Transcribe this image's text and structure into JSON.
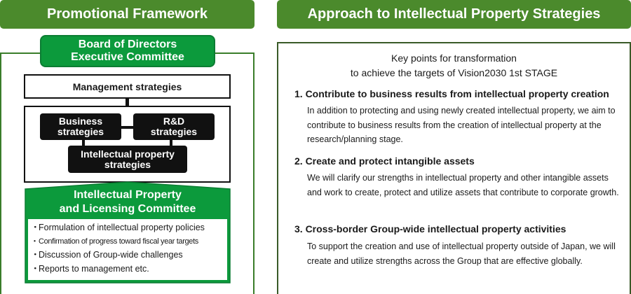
{
  "left": {
    "header": "Promotional Framework",
    "board_line1": "Board of Directors",
    "board_line2": "Executive Committee",
    "management": "Management strategies",
    "business_line1": "Business",
    "business_line2": "strategies",
    "rnd_line1": "R&D",
    "rnd_line2": "strategies",
    "ip_line1": "Intellectual property",
    "ip_line2": "strategies",
    "committee_line1": "Intellectual Property",
    "committee_line2": "and Licensing Committee",
    "duties": [
      "Formulation of intellectual property policies",
      "Confirmation of progress toward fiscal year targets",
      "Discussion of Group-wide challenges",
      "Reports to management etc."
    ],
    "bullet": "・"
  },
  "right": {
    "header": "Approach to Intellectual Property Strategies",
    "intro_line1": "Key points for transformation",
    "intro_line2": "to achieve the targets of Vision2030 1st STAGE",
    "points": [
      {
        "title": "1. Contribute to business results from intellectual property creation",
        "text": "In addition to protecting and using newly created intellectual property, we aim to contribute to business results from the creation of intellectual property at the research/planning stage."
      },
      {
        "title": "2. Create and protect intangible assets",
        "text": "We will clarify our strengths in intellectual property and other intangible assets and work to create, protect and utilize assets that contribute to corporate growth."
      },
      {
        "title": "3. Cross-border Group-wide intellectual property activities",
        "text": "To support the creation and use of intellectual property outside of Japan, we will create and utilize strengths across the Group that are effective globally."
      }
    ]
  },
  "colors": {
    "header_green": "#4b8a2c",
    "committee_green": "#0c9a3c",
    "black": "#111111"
  }
}
